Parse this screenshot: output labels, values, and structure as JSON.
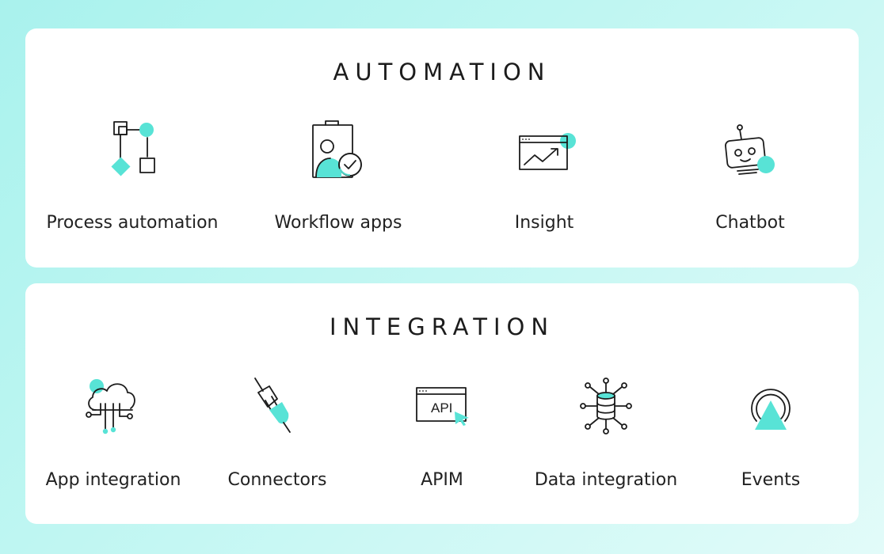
{
  "accent_color": "#58e3d6",
  "automation": {
    "title": "AUTOMATION",
    "items": [
      {
        "label": "Process automation",
        "icon": "process-automation-icon"
      },
      {
        "label": "Workflow apps",
        "icon": "workflow-apps-icon"
      },
      {
        "label": "Insight",
        "icon": "insight-icon"
      },
      {
        "label": "Chatbot",
        "icon": "chatbot-icon"
      }
    ]
  },
  "integration": {
    "title": "INTEGRATION",
    "items": [
      {
        "label": "App integration",
        "icon": "app-integration-icon"
      },
      {
        "label": "Connectors",
        "icon": "connectors-icon"
      },
      {
        "label": "APIM",
        "icon": "apim-icon",
        "icon_text": "API"
      },
      {
        "label": "Data integration",
        "icon": "data-integration-icon"
      },
      {
        "label": "Events",
        "icon": "events-icon"
      }
    ]
  }
}
